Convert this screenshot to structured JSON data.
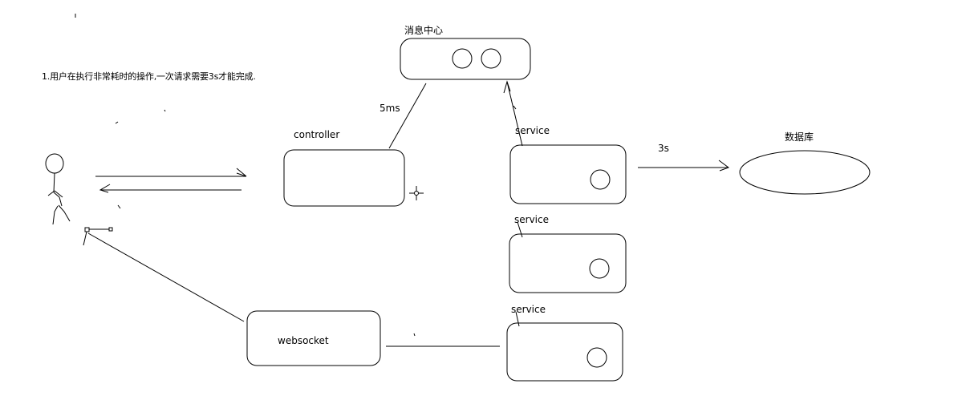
{
  "note": "1.用户在执行非常耗时的操作,一次请求需要3s才能完成.",
  "nodes": {
    "message_center": "消息中心",
    "controller": "controller",
    "service_1": "service",
    "service_2": "service",
    "service_3": "service",
    "database": "数据库",
    "websocket": "websocket"
  },
  "edges": {
    "controller_to_mq": "5ms",
    "service_to_db": "3s"
  },
  "colors": {
    "stroke": "#000000",
    "background": "#ffffff"
  }
}
